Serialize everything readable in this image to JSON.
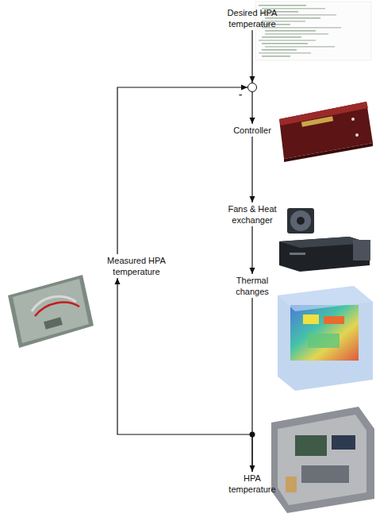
{
  "diagram": {
    "nodes": [
      {
        "text": [
          "Desired HPA temperature"
        ]
      },
      {
        "text": [
          "-"
        ]
      },
      {
        "text": [
          "Controller"
        ]
      },
      {
        "text": [
          "Fans & Heat exchanger"
        ]
      },
      {
        "text": [
          "Thermal changes"
        ]
      },
      {
        "text": [
          "Measured HPA temperature"
        ]
      },
      {
        "text": [
          "HPA temperature"
        ]
      }
    ],
    "edges": [
      {
        "from": 0,
        "to": 1,
        "arrow": "to"
      },
      {
        "from": 1,
        "to": 2,
        "arrow": "to"
      },
      {
        "from": 2,
        "to": 3,
        "arrow": "to"
      },
      {
        "from": 3,
        "to": 4,
        "arrow": "to"
      },
      {
        "from": 4,
        "to": 6,
        "arrow": "to"
      },
      {
        "from": 6,
        "to": 5,
        "arrow": "to"
      },
      {
        "from": 5,
        "to": 1,
        "arrow": "to"
      }
    ]
  }
}
